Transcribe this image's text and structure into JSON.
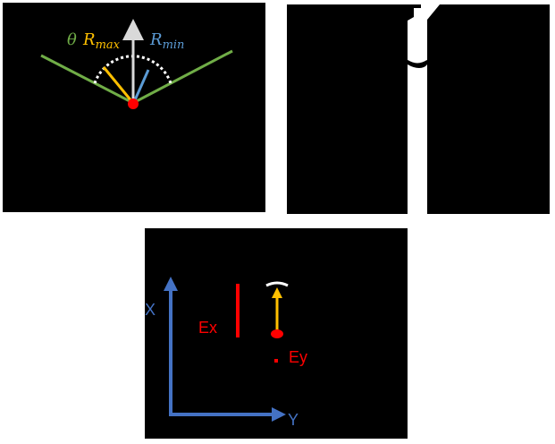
{
  "panel1": {
    "theta": "θ",
    "rmax_base": "R",
    "rmax_sub": "max",
    "rmin_base": "R",
    "rmin_sub": "min",
    "colors": {
      "theta_lines": "#70ad47",
      "rmax": "#ffc000",
      "rmin": "#5b9bd5",
      "arc": "#ffffff",
      "vertical_arrow": "#d9d9d9",
      "origin": "#ff0000"
    }
  },
  "panel2": {
    "colors": {
      "shape": "#ffffff",
      "background": "#000000"
    }
  },
  "panel3": {
    "axis_x_label": "X",
    "axis_y_label": "Y",
    "ex_label": "Ex",
    "ey_label": "Ey",
    "colors": {
      "axes": "#4472c4",
      "ex": "#ff0000",
      "ey": "#ff0000",
      "arrow": "#ffc000",
      "cap": "#ffffff",
      "origin": "#ff0000"
    }
  }
}
